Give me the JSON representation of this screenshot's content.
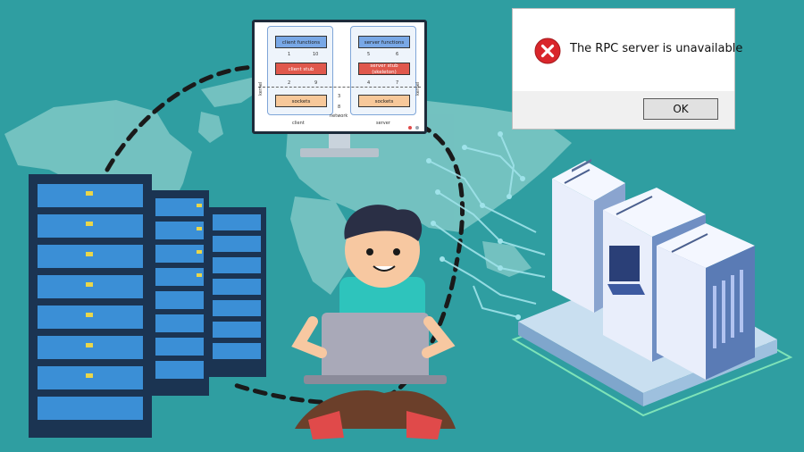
{
  "colors": {
    "background": "#2f9ea1",
    "map": "#7fc8c6",
    "rack_dark": "#1b3452",
    "rack_panel": "#3b8fd6",
    "server_stub": "#e0584c",
    "sockets": "#f7c89a",
    "client_functions": "#79a8e6",
    "error_red": "#d9262b",
    "iso_server": "#e9eefb",
    "platform_green": "#7ee3b8"
  },
  "diagram": {
    "client_functions": "client functions",
    "server_functions": "server functions",
    "client_stub": "client stub",
    "server_stub_line1": "server stub",
    "server_stub_line2": "(skeleton)",
    "sockets_left": "sockets",
    "sockets_right": "sockets",
    "client_label": "client",
    "server_label": "server",
    "network_label": "network",
    "kernel_left": "kernel",
    "kernel_right": "kernel",
    "n1": "1",
    "n2": "2",
    "n3": "3",
    "n4": "4",
    "n5": "5",
    "n6": "6",
    "n7": "7",
    "n8": "8",
    "n9": "9",
    "n10": "10"
  },
  "dialog": {
    "message": "The RPC server is unavailable",
    "ok_label": "OK",
    "icon": "error-x-icon"
  }
}
